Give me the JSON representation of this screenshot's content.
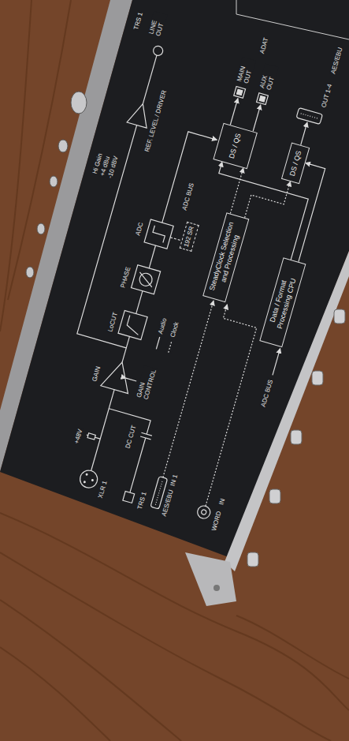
{
  "diagram": {
    "nodes": [
      {
        "text": [
          "192 SR"
        ]
      },
      {
        "text": [
          "SteadyClock Selection and Processing"
        ]
      },
      {
        "text": [
          "Data / Format Processing CPU"
        ]
      },
      {
        "text": [
          "DS / QS"
        ]
      },
      {
        "text": [
          "DS / QS"
        ]
      }
    ],
    "edges": [
      {
        "from": 1,
        "to": 3,
        "arrow": "to"
      },
      {
        "from": 1,
        "to": 4,
        "arrow": "to"
      },
      {
        "from": 2,
        "to": 3,
        "arrow": "to"
      },
      {
        "from": 2,
        "to": 4,
        "arrow": "to"
      }
    ],
    "labels": [
      "TRS 1",
      "LINE OUT",
      "REF. LEVEL / DRIVER",
      "Hi Gain",
      "+4 dBu",
      "-10 dBV",
      "ADC",
      "ADC BUS",
      "PHASE",
      "LoCUT",
      "GAIN",
      "GAIN CONTROL",
      "+48V",
      "XLR 1",
      "DC CUT",
      "TRS 1",
      "ADAT",
      "MAIN OUT",
      "AUX OUT",
      "AES/EBU",
      "OUT 1-4",
      "ADC BUS",
      "AES/EBU",
      "IN 1",
      "WORD",
      "IN"
    ],
    "legend": [
      {
        "text": "Audio"
      },
      {
        "text": "Clock"
      }
    ]
  }
}
